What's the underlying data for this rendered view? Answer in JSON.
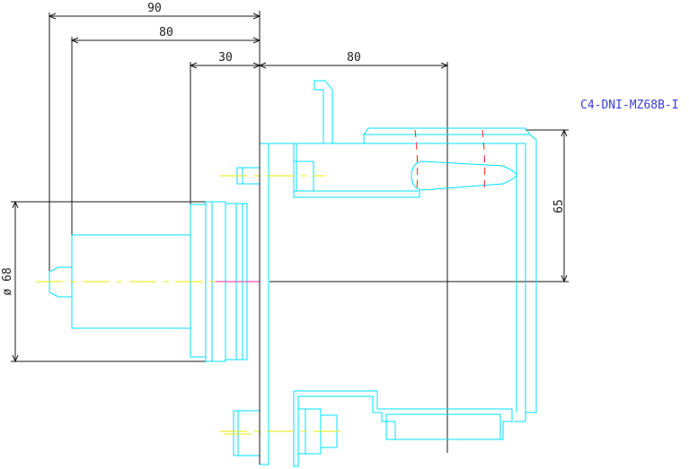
{
  "drawing": {
    "part_code": "C4-DNI-MZ68B-I",
    "dimensions": {
      "top_90": "90",
      "top_80": "80",
      "mid_30": "30",
      "mid_80": "80",
      "right_65": "65",
      "left_dia": "ø 68"
    }
  },
  "colors": {
    "outline": "#00e0ff",
    "centerline": "#e8e800",
    "dimension": "#1a1a1a",
    "label": "#3b3bd9",
    "hidden": "#ff2020"
  }
}
